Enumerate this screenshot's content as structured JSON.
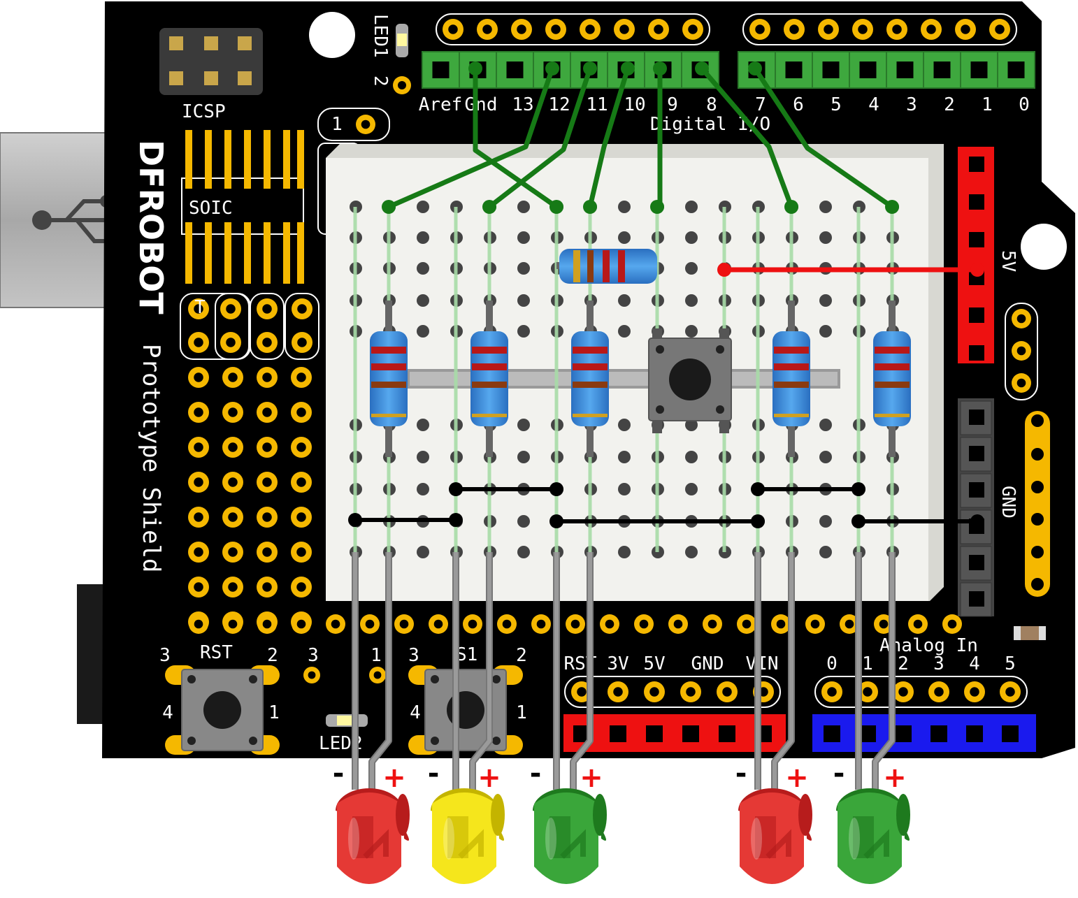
{
  "board": {
    "brand": "DFROBOT",
    "name": "Prototype Shield",
    "icsp_label": "ICSP",
    "soic_label": "SOIC",
    "led1_label": "LED1",
    "led2_label": "LED2",
    "digital_label": "Digital I/O",
    "analog_label": "Analog In",
    "rst_button_label": "RST",
    "s1_button_label": "S1",
    "five_v_label": "5V",
    "gnd_label": "GND",
    "top_header_labels": [
      "Aref",
      "Gnd",
      "13",
      "12",
      "11",
      "10",
      "9",
      "8",
      "7",
      "6",
      "5",
      "4",
      "3",
      "2",
      "1",
      "0"
    ],
    "power_labels": [
      "RST",
      "3V",
      "5V",
      "GND",
      "VIN"
    ],
    "analog_pins": [
      "0",
      "1",
      "2",
      "3",
      "4",
      "5"
    ],
    "rst_pin_nums": [
      "3",
      "2",
      "4",
      "1"
    ],
    "s1_pin_nums": [
      "3",
      "2",
      "4",
      "1"
    ],
    "misc_pin_nums": [
      "3",
      "1",
      "1",
      "2"
    ]
  },
  "leds": [
    {
      "color": "red",
      "body": "#e53935",
      "minus": "-",
      "plus": "+"
    },
    {
      "color": "yellow",
      "body": "#f5e61c",
      "minus": "-",
      "plus": "+"
    },
    {
      "color": "green",
      "body": "#3aa63a",
      "minus": "-",
      "plus": "+"
    },
    {
      "color": "red",
      "body": "#e53935",
      "minus": "-",
      "plus": "+"
    },
    {
      "color": "green",
      "body": "#3aa63a",
      "minus": "-",
      "plus": "+"
    }
  ],
  "colors": {
    "board": "#000000",
    "gold": "#f5b800",
    "header_green": "#3ea83e",
    "wire_green": "#167a16",
    "wire_red": "#ee1111",
    "wire_black": "#000000",
    "red_header": "#ee1111",
    "blue_header": "#1a1aee",
    "breadboard": "#f2f2ee",
    "resistor": "#3a8fd8"
  }
}
